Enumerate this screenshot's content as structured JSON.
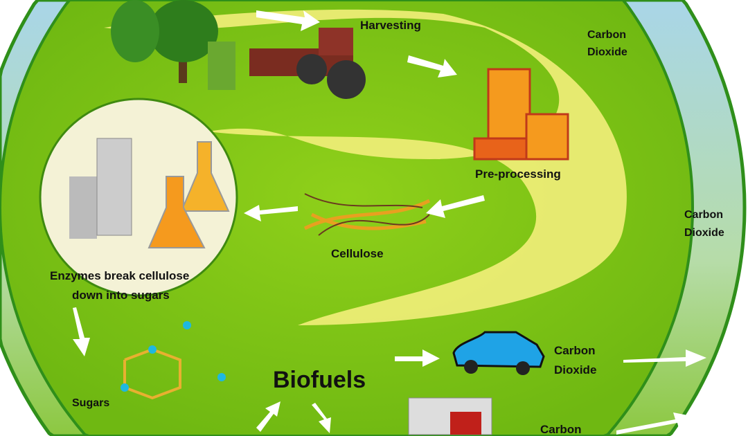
{
  "labels": {
    "harvesting": "Harvesting",
    "co2_top_1": "Carbon",
    "co2_top_2": "Dioxide",
    "co2_mid_1": "Carbon",
    "co2_mid_2": "Dioxide",
    "preprocessing": "Pre-processing",
    "cellulose": "Cellulose",
    "enzymes_1": "Enzymes break cellulose",
    "enzymes_2": "down into sugars",
    "sugars": "Sugars",
    "biofuels": "Biofuels",
    "co2_car_1": "Carbon",
    "co2_car_2": "Dioxide",
    "co2_truck_1": "Carbon"
  },
  "colors": {
    "green": "#8cc40c",
    "dark_green": "#3f9a10",
    "yellow": "#f4f07a",
    "sky": "#9fd0e0",
    "orange": "#f59a1e",
    "car": "#1fa3e6"
  }
}
